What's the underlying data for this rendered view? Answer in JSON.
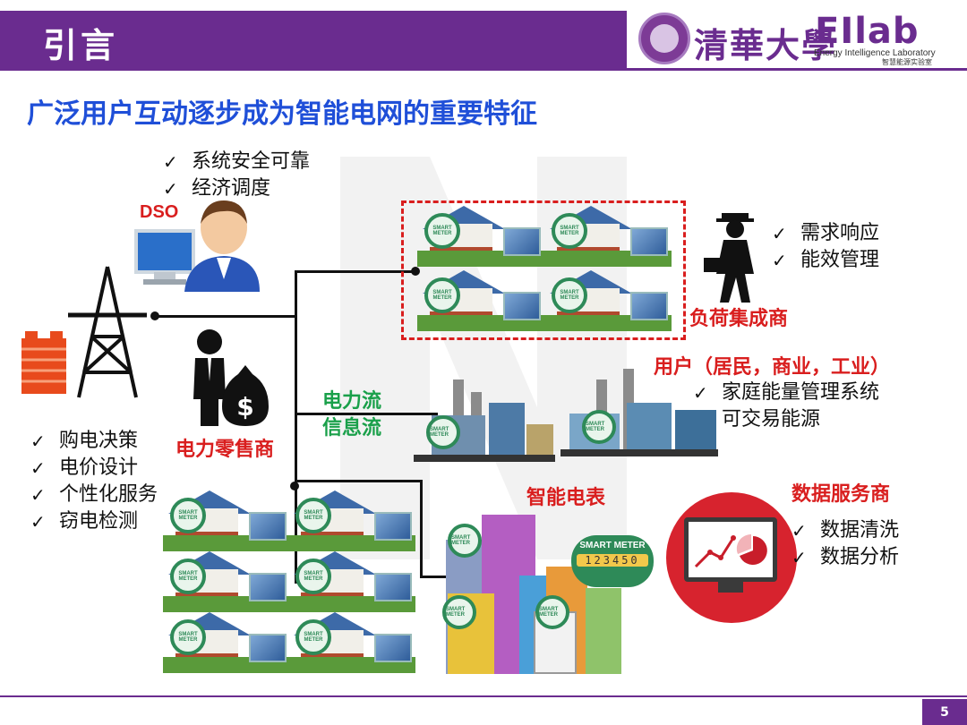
{
  "header": {
    "title": "引言",
    "logo_university": "清華大學",
    "logo_lab": "EIlab",
    "logo_lab_en": "Energy Intelligence Laboratory",
    "logo_lab_cn": "智慧能源实验室"
  },
  "subtitle": "广泛用户互动逐步成为智能电网的重要特征",
  "dso": {
    "label": "DSO",
    "items": [
      "系统安全可靠",
      "经济调度"
    ]
  },
  "aggregator": {
    "label": "负荷集成商",
    "items": [
      "需求响应",
      "能效管理"
    ]
  },
  "users": {
    "label": "用户（居民，商业，工业）",
    "items": [
      "家庭能量管理系统",
      "可交易能源"
    ]
  },
  "flows": {
    "power": "电力流",
    "info": "信息流"
  },
  "retailer": {
    "label": "电力零售商",
    "items": [
      "购电决策",
      "电价设计",
      "个性化服务",
      "窃电检测"
    ]
  },
  "smart_meter": {
    "label": "智能电表",
    "badge": "SMART METER",
    "digits": "123450"
  },
  "data_service": {
    "label": "数据服务商",
    "items": [
      "数据清洗",
      "数据分析"
    ]
  },
  "check_mark": "✓",
  "page_number": "5",
  "colors": {
    "purple": "#6a2c8f",
    "blue_title": "#1f4fd8",
    "red": "#d91e1e",
    "green": "#1aa04a"
  }
}
